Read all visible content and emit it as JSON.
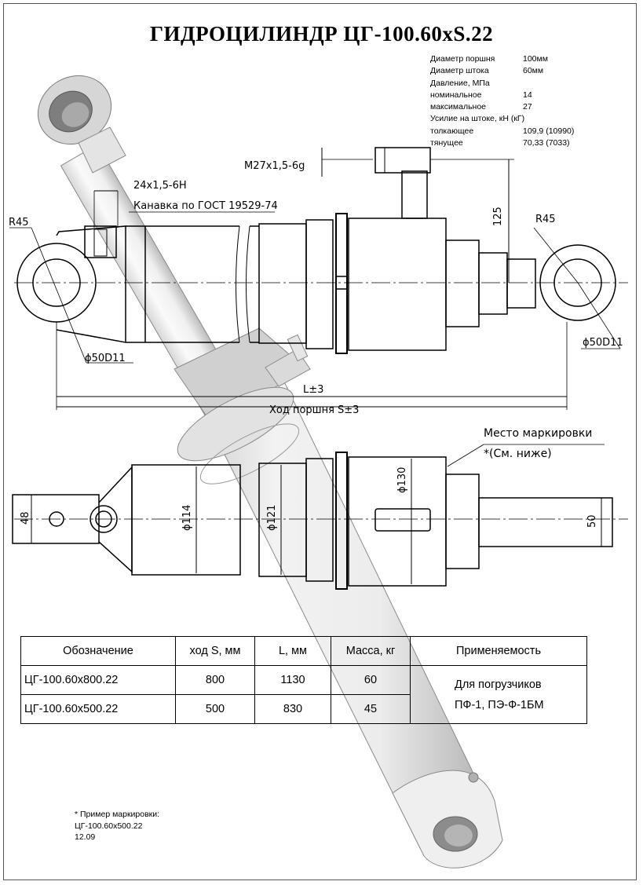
{
  "title": "ГИДРОЦИЛИНДР ЦГ-100.60хS.22",
  "specs": [
    {
      "k": "Диаметр поршня",
      "v": "100мм"
    },
    {
      "k": "Диаметр штока",
      "v": "60мм"
    },
    {
      "k": "Давление, МПа",
      "v": ""
    },
    {
      "k": "номинальное",
      "v": "14"
    },
    {
      "k": "максимальное",
      "v": "27"
    },
    {
      "k": "Усилие на штоке, кН (кГ)",
      "v": ""
    },
    {
      "k": "толкающее",
      "v": "109,9 (10990)"
    },
    {
      "k": "тянущее",
      "v": "70,33 (7033)"
    }
  ],
  "labels": {
    "thread": "М27х1,5-6g",
    "thread2": "24х1,5-6Н",
    "groove": "Канавка по ГОСТ 19529-74",
    "r45_left": "R45",
    "r45_right": "R45",
    "dim125": "125",
    "d50_left": "ϕ50D11",
    "d50_right": "ϕ50D11",
    "length": "L±3",
    "stroke": "Ход поршня S±3",
    "marking_place": "Место маркировки",
    "marking_ref": "*(См. ниже)",
    "d130": "ϕ130",
    "d114": "ϕ114",
    "d121": "ϕ121",
    "w48": "48",
    "w50": "50"
  },
  "table": {
    "headers": [
      "Обозначение",
      "ход S, мм",
      "L, мм",
      "Масса, кг",
      "Применяемость"
    ],
    "rows": [
      [
        "ЦГ-100.60х800.22",
        "800",
        "1130",
        "60"
      ],
      [
        "ЦГ-100.60х500.22",
        "500",
        "830",
        "45"
      ]
    ],
    "applicability_1": "Для погрузчиков",
    "applicability_2": "ПФ-1, ПЭ-Ф-1БМ"
  },
  "note": {
    "line1": "* Пример маркировки:",
    "line2": "ЦГ-100.60х500.22",
    "line3": "12.09"
  }
}
